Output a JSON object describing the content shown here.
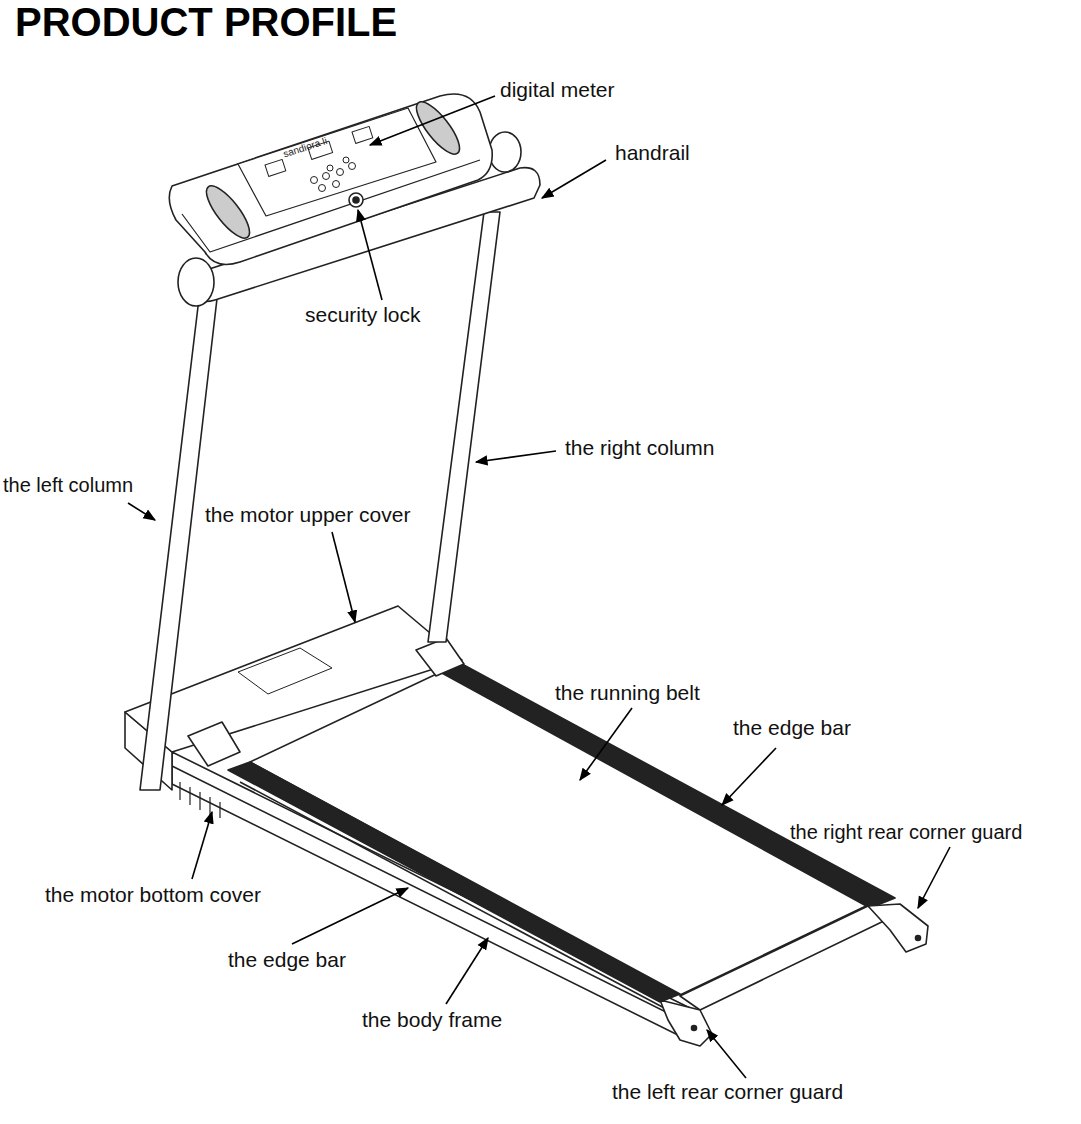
{
  "diagram": {
    "title": "PRODUCT PROFILE",
    "labels": [
      "digital meter",
      "handrail",
      "sandiora li",
      "security lock",
      "the right column",
      "the left column",
      "the motor upper cover",
      "the running belt",
      "the edge bar",
      "the right rear corner guard",
      "the motor bottom cover",
      "the edge bar",
      "the body frame",
      "the left rear corner guard"
    ]
  }
}
